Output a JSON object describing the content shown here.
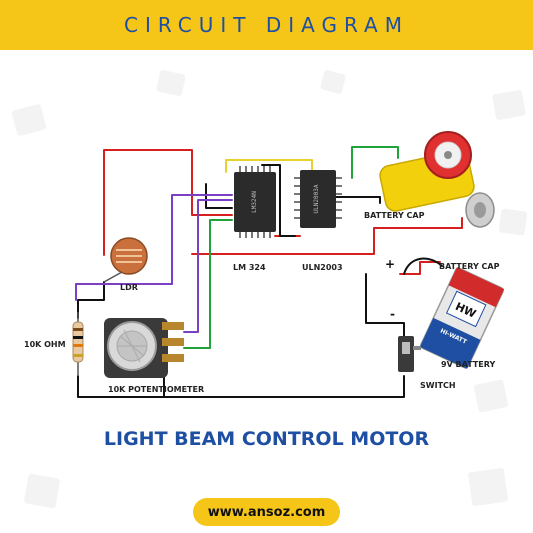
{
  "header": {
    "title": "CIRCUIT DIAGRAM"
  },
  "labels": {
    "lm324": "LM 324",
    "uln2003": "ULN2003",
    "ldr": "LDR",
    "resistor": "10K OHM",
    "potentiometer": "10K POTENTIOMETER",
    "battery_cap_motor": "BATTERY CAP",
    "battery_cap_battery": "BATTERY CAP",
    "battery": "9V BATTERY",
    "switch": "SWITCH",
    "plus": "+",
    "minus": "-"
  },
  "chips": {
    "lm324_marking": "LM324N",
    "uln_marking": "ULN2003A"
  },
  "battery_brand": {
    "logo": "HW",
    "name": "HI-WATT"
  },
  "footer": {
    "title": "LIGHT BEAM CONTROL MOTOR",
    "url": "www.ansoz.com"
  },
  "colors": {
    "banner": "#f5c518",
    "title_blue": "#1e4fa3",
    "wire_red": "#d62020",
    "wire_black": "#111111",
    "wire_purple": "#7b3fc4",
    "wire_green": "#1fa33a",
    "wire_yellow": "#e8d12a",
    "motor_yellow": "#f2d00c"
  }
}
